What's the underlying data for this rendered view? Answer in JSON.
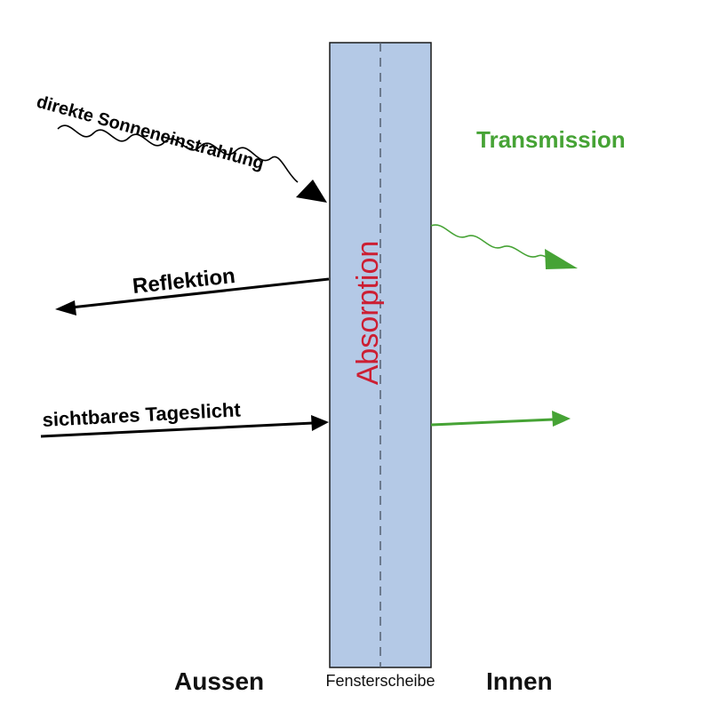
{
  "diagram": {
    "labels": {
      "direct_sun": "direkte Sonneneinstrahlung",
      "reflection": "Reflektion",
      "daylight": "sichtbares Tageslicht",
      "absorption": "Absorption",
      "transmission": "Transmission",
      "outside": "Aussen",
      "pane": "Fensterscheibe",
      "inside": "Innen"
    },
    "colors": {
      "glass_fill": "#b4c9e6",
      "glass_stroke": "#1a1a1a",
      "absorption_text": "#cc1f33",
      "transmission": "#46a335",
      "arrow_black": "#000000"
    }
  }
}
